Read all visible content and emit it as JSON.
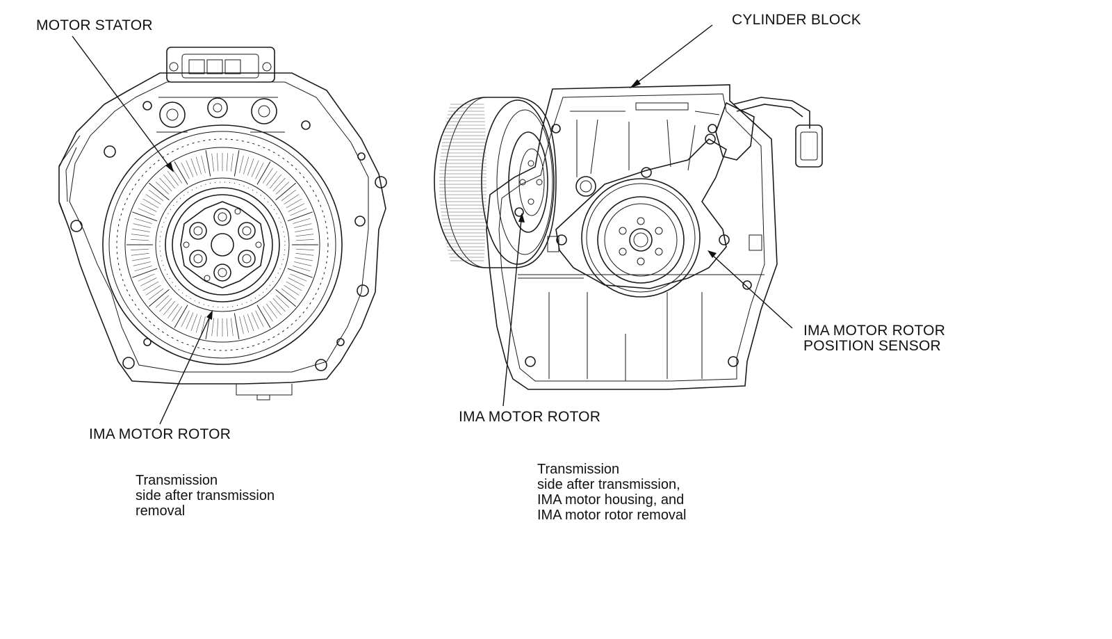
{
  "labels": {
    "motor_stator": "MOTOR STATOR",
    "cylinder_block": "CYLINDER BLOCK",
    "ima_rotor_left": "IMA MOTOR ROTOR",
    "ima_rotor_right": "IMA MOTOR ROTOR",
    "position_sensor_line1": "IMA MOTOR ROTOR",
    "position_sensor_line2": "POSITION SENSOR"
  },
  "captions": {
    "left": [
      "Transmission",
      "side after transmission",
      "removal"
    ],
    "right": [
      "Transmission",
      "side after transmission,",
      "IMA motor housing, and",
      "IMA motor rotor removal"
    ]
  },
  "colors": {
    "line": "#1a1a1a",
    "background": "#ffffff"
  }
}
